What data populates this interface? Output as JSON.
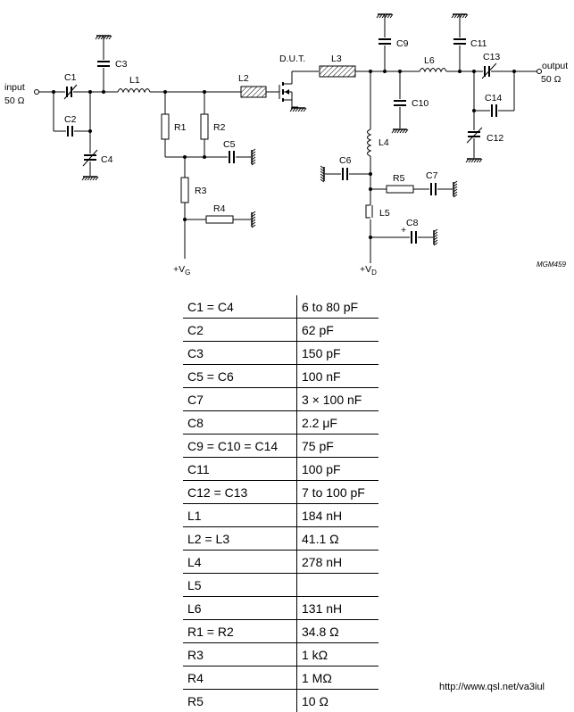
{
  "schematic": {
    "input_label": "input",
    "input_impedance": "50 Ω",
    "output_label": "output",
    "output_impedance": "50 Ω",
    "dut_label": "D.U.T.",
    "vg_label": "+V",
    "vg_sub": "G",
    "vd_label": "+V",
    "vd_sub": "D",
    "figure_code": "MGM459",
    "components": {
      "C1": "C1",
      "C2": "C2",
      "C3": "C3",
      "C4": "C4",
      "C5": "C5",
      "C6": "C6",
      "C7": "C7",
      "C8": "C8",
      "C9": "C9",
      "C10": "C10",
      "C11": "C11",
      "C12": "C12",
      "C13": "C13",
      "C14": "C14",
      "L1": "L1",
      "L2": "L2",
      "L3": "L3",
      "L4": "L4",
      "L5": "L5",
      "L6": "L6",
      "R1": "R1",
      "R2": "R2",
      "R3": "R3",
      "R4": "R4",
      "R5": "R5"
    }
  },
  "parts_table": [
    {
      "component": "C1 = C4",
      "value": "6 to 80 pF"
    },
    {
      "component": "C2",
      "value": "62 pF"
    },
    {
      "component": "C3",
      "value": "150 pF"
    },
    {
      "component": "C5 = C6",
      "value": "100 nF"
    },
    {
      "component": "C7",
      "value": "3 × 100 nF"
    },
    {
      "component": "C8",
      "value": "2.2 μF"
    },
    {
      "component": "C9 = C10 = C14",
      "value": "75 pF"
    },
    {
      "component": "C11",
      "value": "100 pF"
    },
    {
      "component": "C12 = C13",
      "value": "7 to 100 pF"
    },
    {
      "component": "L1",
      "value": "184 nH"
    },
    {
      "component": "L2 = L3",
      "value": "41.1 Ω"
    },
    {
      "component": "L4",
      "value": "278 nH"
    },
    {
      "component": "L5",
      "value": ""
    },
    {
      "component": "L6",
      "value": "131 nH"
    },
    {
      "component": "R1 = R2",
      "value": "34.8 Ω"
    },
    {
      "component": "R3",
      "value": "1 kΩ"
    },
    {
      "component": "R4",
      "value": "1 MΩ"
    },
    {
      "component": "R5",
      "value": "10 Ω"
    }
  ],
  "source_url": "http://www.qsl.net/va3iul"
}
